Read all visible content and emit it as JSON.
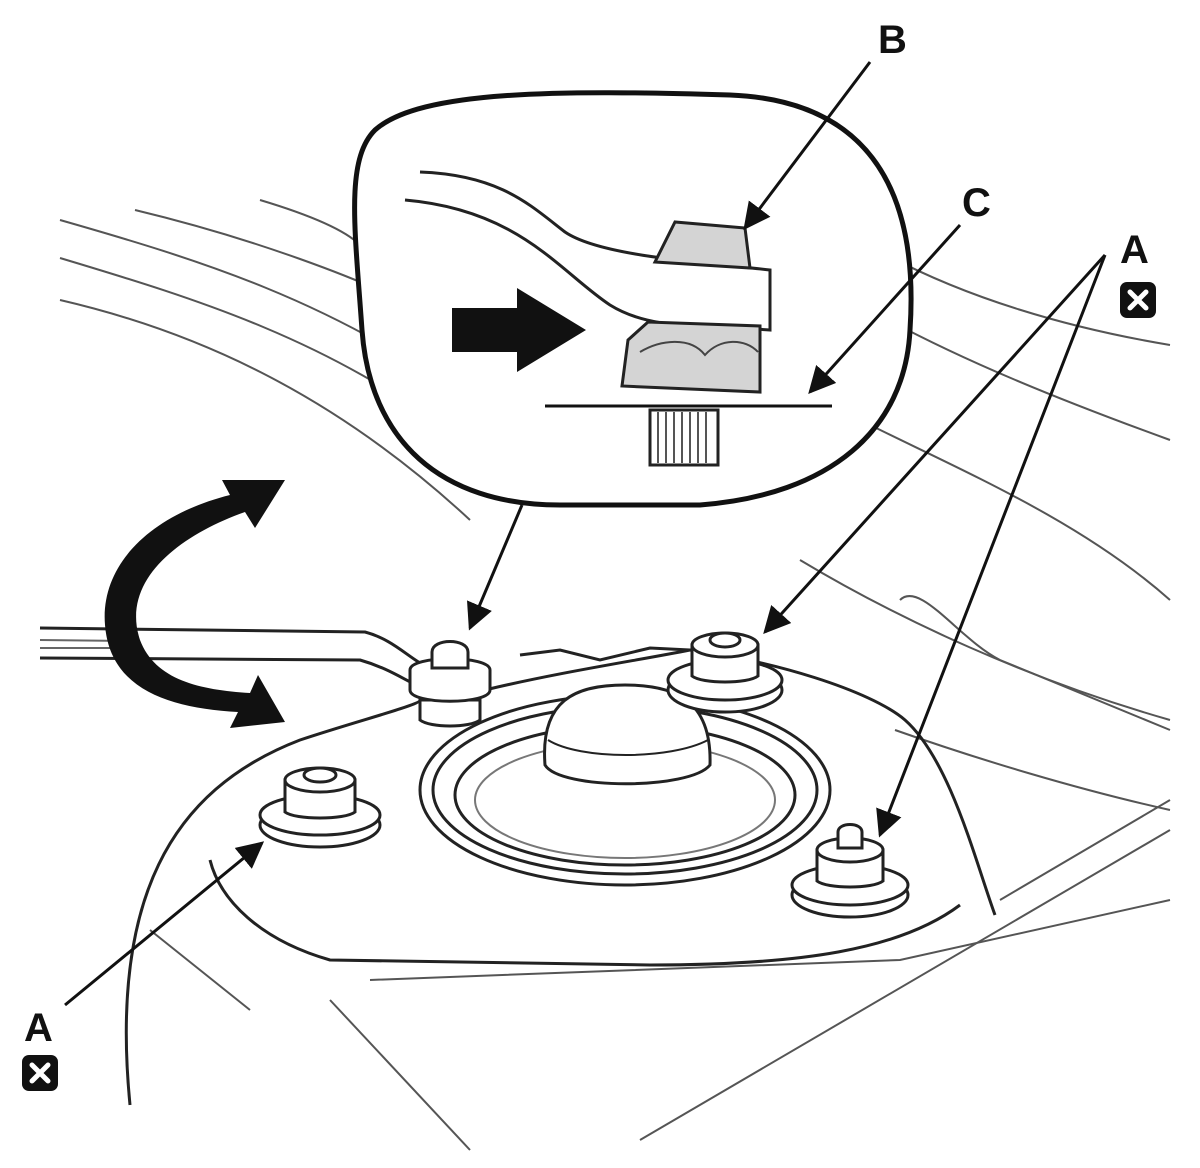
{
  "callouts": {
    "b": "B",
    "c": "C",
    "a_right": "A",
    "a_left": "A"
  },
  "icons": {
    "replace_badge": "x-square-icon",
    "direction_arrow": "right-arrow-icon",
    "rotation_arrow": "curved-double-arrow-icon"
  },
  "colors": {
    "ink": "#111111",
    "fill_gray": "#d4d4d4",
    "background": "#ffffff"
  }
}
